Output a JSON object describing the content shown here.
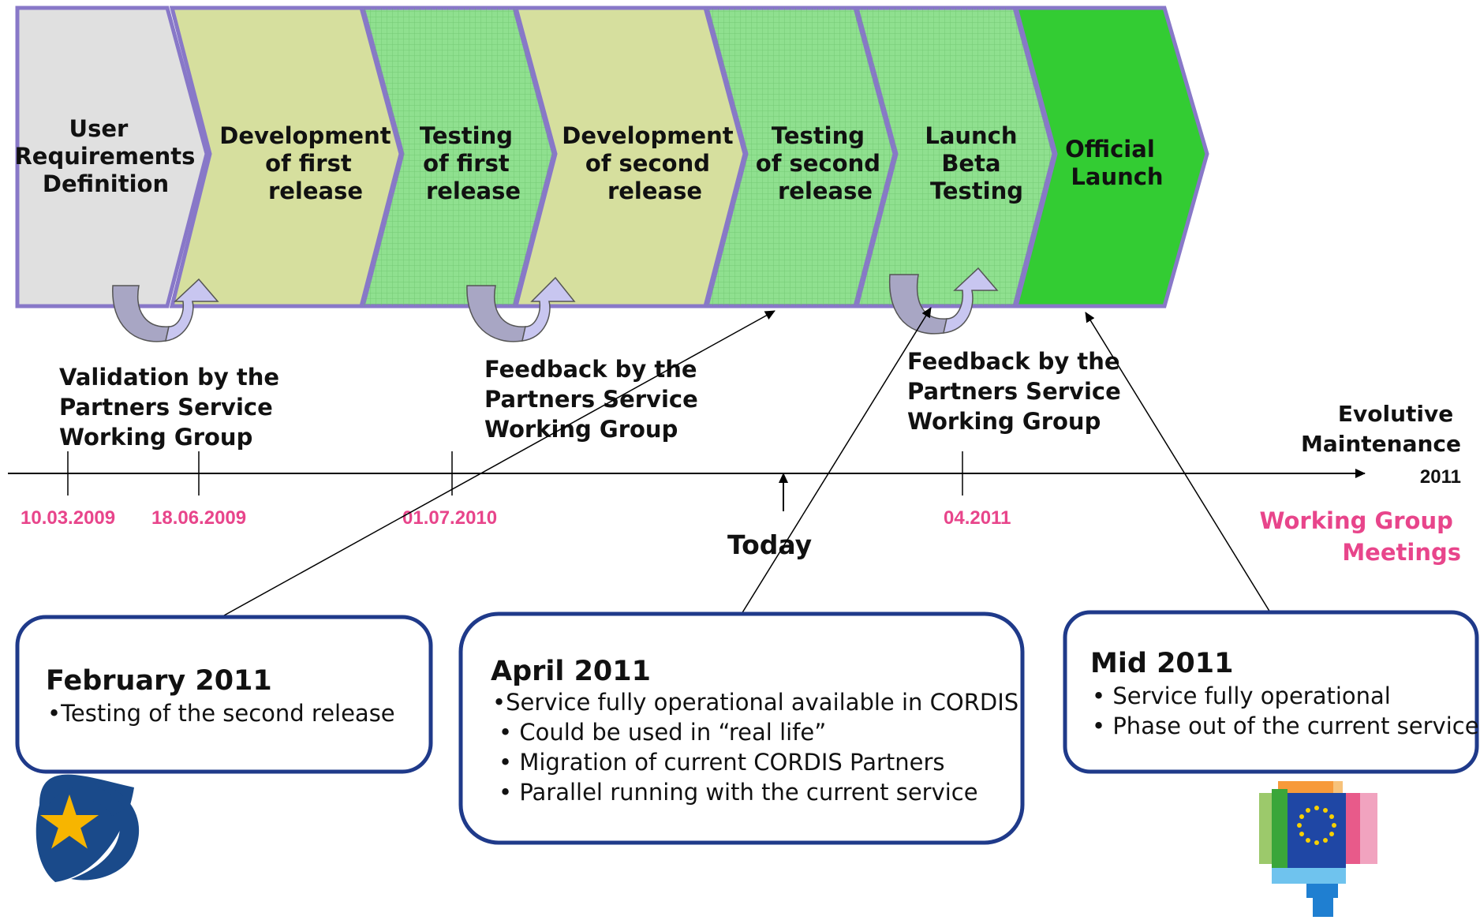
{
  "phases": [
    {
      "lines": [
        "User",
        "Requirements",
        "Definition"
      ],
      "fill": "#e0e0e0"
    },
    {
      "lines": [
        "Development",
        "of first",
        "release"
      ],
      "fill": "#d6df9e"
    },
    {
      "lines": [
        "Testing",
        "of  first",
        "release"
      ],
      "fill": "#8fe08f"
    },
    {
      "lines": [
        "Development",
        "of second",
        "release"
      ],
      "fill": "#d6df9e"
    },
    {
      "lines": [
        "Testing",
        "of second",
        "release"
      ],
      "fill": "#8fe08f"
    },
    {
      "lines": [
        "Launch",
        "Beta",
        "Testing"
      ],
      "fill": "#8fe08f"
    },
    {
      "lines": [
        "Official",
        "Launch"
      ],
      "fill": "#33cc33"
    }
  ],
  "feedback_notes": [
    {
      "lines": [
        "Validation by the",
        "Partners Service",
        "Working Group"
      ]
    },
    {
      "lines": [
        "Feedback by the",
        "Partners Service",
        "Working Group"
      ]
    },
    {
      "lines": [
        "Feedback by the",
        "Partners Service",
        "Working Group"
      ]
    }
  ],
  "timeline": {
    "dates": [
      "10.03.2009",
      "18.06.2009",
      "01.07.2010",
      "04.2011"
    ],
    "today_label": "Today",
    "end_label_lines": [
      "Evolutive",
      "Maintenance"
    ],
    "end_year": "2011",
    "meetings_label_lines": [
      "Working Group",
      "Meetings"
    ]
  },
  "boxes": [
    {
      "title": "February 2011",
      "items": [
        "•Testing of the second release"
      ]
    },
    {
      "title": "April 2011",
      "items": [
        "•Service fully operational available in CORDIS",
        "• Could be used in “real life”",
        "• Migration of current CORDIS Partners",
        "• Parallel running with the current service"
      ]
    },
    {
      "title": "Mid 2011",
      "items": [
        "• Service fully operational",
        "• Phase out of the current service"
      ]
    }
  ],
  "colors": {
    "chevron_border": "#8878c8",
    "box_border": "#1f3a8a",
    "date_pink": "#e8458b",
    "feedback_arrow_down": "#a8a6c4",
    "feedback_arrow_up": "#c8c6f0"
  },
  "logos": [
    {
      "icon": "cordis-star-logo-icon"
    },
    {
      "icon": "eu-flag-publications-logo-icon"
    }
  ]
}
